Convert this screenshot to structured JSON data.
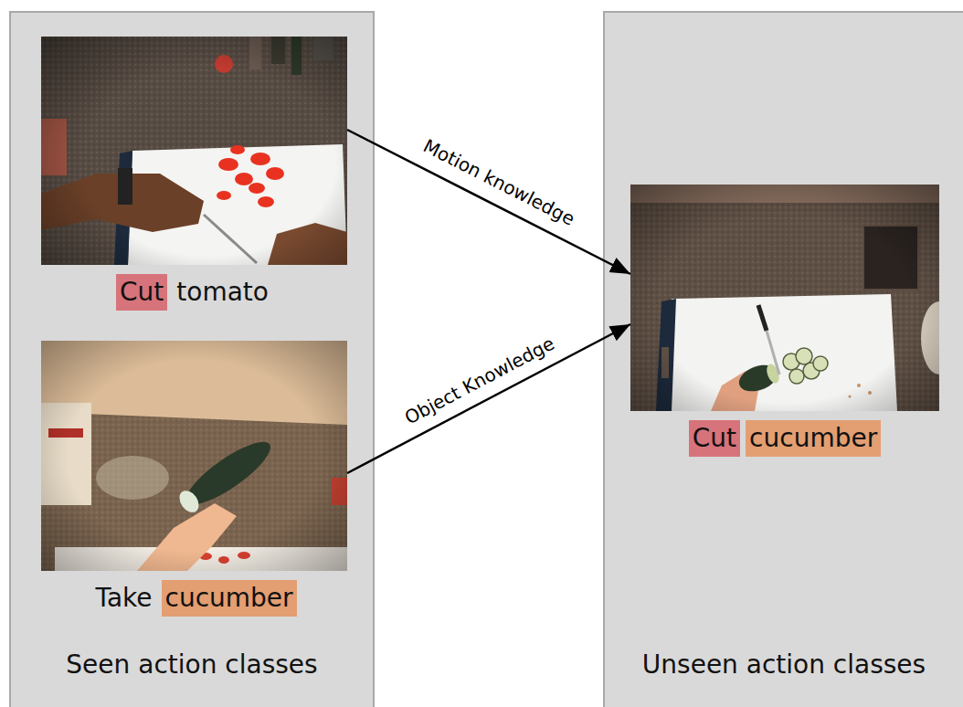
{
  "diagram": {
    "nodes": [
      {
        "text": [
          "Seen action classes"
        ]
      },
      {
        "text": [
          "Cut",
          "tomato"
        ],
        "in": 0
      },
      {
        "text": [
          "Take",
          "cucumber"
        ],
        "in": 0
      },
      {
        "text": [
          "Unseen action classes"
        ]
      },
      {
        "text": [
          "Cut",
          "cucumber"
        ],
        "in": 3
      }
    ],
    "edges": [
      {
        "from": 1,
        "to": 4,
        "label": "Motion knowledge",
        "arrow": "to"
      },
      {
        "from": 2,
        "to": 4,
        "label": "Object Knowledge",
        "arrow": "to"
      }
    ]
  }
}
